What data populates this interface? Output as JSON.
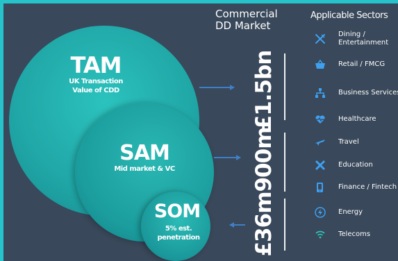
{
  "colors": {
    "background": "#39485a",
    "border": "#27c3cb",
    "circle": "#20a6a6",
    "arrow": "#3f7fc6",
    "icon": "#3ea0f0"
  },
  "circles": {
    "tam": {
      "title": "TAM",
      "subtitle_1": "UK Transaction",
      "subtitle_2": "Value of CDD"
    },
    "sam": {
      "title": "SAM",
      "subtitle": "Mid market & VC"
    },
    "som": {
      "title": "SOM",
      "subtitle_1": "5% est.",
      "subtitle_2": "penetration"
    }
  },
  "market": {
    "heading_1": "Commercial",
    "heading_2": "DD Market",
    "values": [
      "£1.5bn",
      "900m",
      "£36m"
    ]
  },
  "sectors": {
    "heading": "Applicable Sectors",
    "items": [
      {
        "icon": "utensils-icon",
        "label_1": "Dining /",
        "label_2": "Entertainment"
      },
      {
        "icon": "shopping-basket-icon",
        "label": "Retail / FMCG"
      },
      {
        "icon": "org-chart-icon",
        "label": "Business Services"
      },
      {
        "icon": "heartbeat-icon",
        "label": "Healthcare"
      },
      {
        "icon": "plane-icon",
        "label": "Travel"
      },
      {
        "icon": "pencil-ruler-icon",
        "label": "Education"
      },
      {
        "icon": "mobile-payment-icon",
        "label": "Finance / Fintech"
      },
      {
        "icon": "lightning-icon",
        "label": "Energy"
      },
      {
        "icon": "wifi-icon",
        "label": "Telecoms"
      }
    ]
  }
}
